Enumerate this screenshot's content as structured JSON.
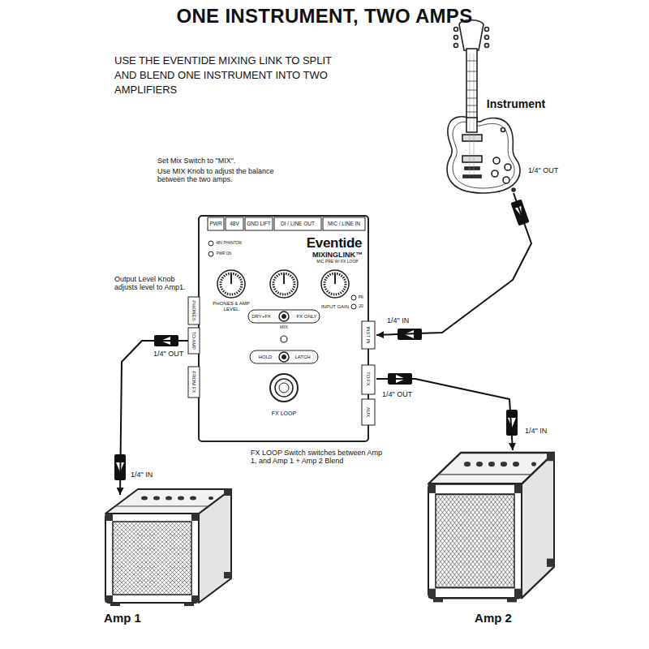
{
  "diagram": {
    "title": "ONE INSTRUMENT, TWO AMPS",
    "nodes": [
      {
        "text": [
          "Instrument"
        ]
      },
      {
        "text": [
          "PWR",
          "48V",
          "GND LIFT",
          "DI / LINE OUT",
          "MIC / LINE IN",
          "48V PHANTOM",
          "PWR ON",
          "Eventide",
          "MIXINGLINK™",
          "MIC PRE W/ FX LOOP",
          "PHONES & AMP LEVEL",
          "DRY+FX",
          "MIX",
          "FX ONLY",
          "INPUT GAIN",
          "PK",
          "20",
          "HOLD",
          "LATCH",
          "FX LOOP",
          "PHONES",
          "TO AMP",
          "FROM FX",
          "INST IN",
          "TO FX",
          "AUX"
        ]
      },
      {
        "text": [
          "Amp 1"
        ]
      },
      {
        "text": [
          "Amp 2"
        ]
      }
    ],
    "edges": [
      {
        "from": 0,
        "to": 1,
        "arrow": "to"
      },
      {
        "from": 1,
        "to": 2,
        "arrow": "to"
      },
      {
        "from": 1,
        "to": 3,
        "arrow": "to"
      }
    ],
    "labels": [
      "USE THE EVENTIDE MIXING LINK TO SPLIT AND BLEND ONE INSTRUMENT INTO TWO AMPLIFIERS",
      "Set Mix Switch to \"MIX\".",
      "Use MIX Knob to adjust the balance between the two amps.",
      "Output Level Knob adjusts level to Amp1.",
      "FX LOOP Switch switches between Amp 1, and Amp 1 + Amp 2 Blend",
      "1/4\" OUT",
      "1/4\" IN",
      "1/4\" OUT",
      "1/4\" IN",
      "1/4\" OUT",
      "1/4\" IN"
    ]
  }
}
